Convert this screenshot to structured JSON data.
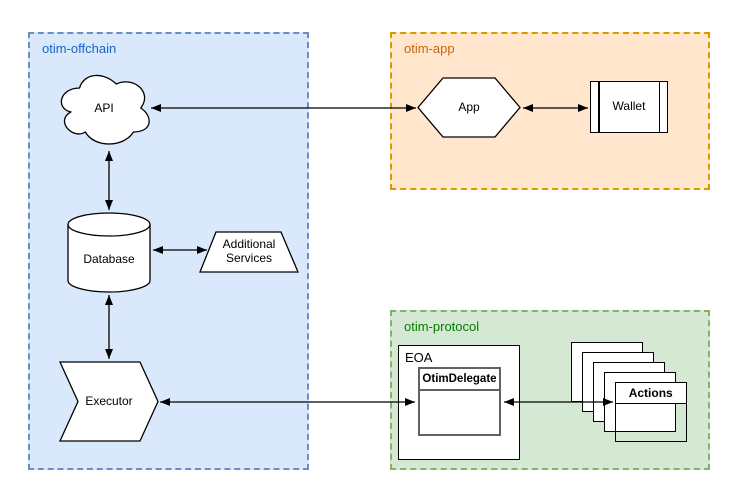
{
  "containers": {
    "offchain": {
      "label": "otim-offchain",
      "fill": "#dae8fc",
      "border": "#6c8ebf",
      "label_color": "#1a65c6"
    },
    "app": {
      "label": "otim-app",
      "fill": "#ffe6cc",
      "border": "#d79b00",
      "label_color": "#c4670d"
    },
    "protocol": {
      "label": "otim-protocol",
      "fill": "#d5e8d4",
      "border": "#82b366",
      "label_color": "#008000"
    }
  },
  "nodes": {
    "api": {
      "label": "API",
      "shape": "cloud"
    },
    "database": {
      "label": "Database",
      "shape": "cylinder"
    },
    "additional_services": {
      "label": "Additional Services",
      "shape": "trapezoid"
    },
    "executor": {
      "label": "Executor",
      "shape": "step-arrow"
    },
    "app": {
      "label": "App",
      "shape": "hexagon"
    },
    "wallet": {
      "label": "Wallet",
      "shape": "process"
    },
    "eoa": {
      "label": "EOA",
      "shape": "rectangle"
    },
    "otim_delegate": {
      "label": "OtimDelegate",
      "shape": "header-rectangle"
    },
    "actions": {
      "label": "Actions",
      "shape": "stacked-rectangles",
      "stack_count": 5
    }
  },
  "edges": [
    {
      "from": "api",
      "to": "app",
      "bidirectional": true
    },
    {
      "from": "app",
      "to": "wallet",
      "bidirectional": true
    },
    {
      "from": "api",
      "to": "database",
      "bidirectional": true
    },
    {
      "from": "database",
      "to": "additional_services",
      "bidirectional": true
    },
    {
      "from": "database",
      "to": "executor",
      "bidirectional": true
    },
    {
      "from": "executor",
      "to": "otim_delegate",
      "bidirectional": true
    },
    {
      "from": "otim_delegate",
      "to": "actions",
      "bidirectional": true
    }
  ],
  "style": {
    "shape_stroke": "#000000",
    "delegate_stroke": "#616161",
    "arrow_color": "#000000"
  }
}
